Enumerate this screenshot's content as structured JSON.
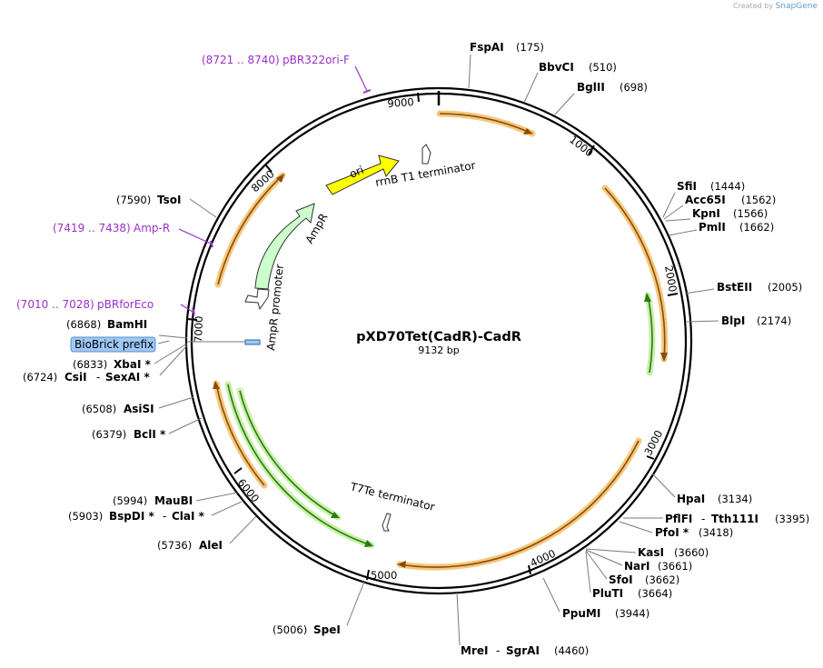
{
  "watermark": {
    "prefix": "Created by",
    "brand": "SnapGene"
  },
  "plasmid": {
    "name": "pXD70Tet(CadR)-CadR",
    "length": "9132 bp"
  },
  "ticks": [
    "9000",
    "1000",
    "2000",
    "3000",
    "4000",
    "5000",
    "6000",
    "7000",
    "8000"
  ],
  "enzymes": [
    {
      "name": "FspAI",
      "pos": "(175)"
    },
    {
      "name": "BbvCI",
      "pos": "(510)"
    },
    {
      "name": "BglII",
      "pos": "(698)"
    },
    {
      "name": "SfiI",
      "pos": "(1444)"
    },
    {
      "name": "Acc65I",
      "pos": "(1562)"
    },
    {
      "name": "KpnI",
      "pos": "(1566)"
    },
    {
      "name": "PmlI",
      "pos": "(1662)"
    },
    {
      "name": "BstEII",
      "pos": "(2005)"
    },
    {
      "name": "BlpI",
      "pos": "(2174)"
    },
    {
      "name": "HpaI",
      "pos": "(3134)"
    },
    {
      "name": "PflFI",
      "name2": "Tth111I",
      "pos": "(3395)"
    },
    {
      "name": "PfoI *",
      "pos": "(3418)"
    },
    {
      "name": "KasI",
      "pos": "(3660)"
    },
    {
      "name": "NarI",
      "pos": "(3661)"
    },
    {
      "name": "SfoI",
      "pos": "(3662)"
    },
    {
      "name": "PluTI",
      "pos": "(3664)"
    },
    {
      "name": "PpuMI",
      "pos": "(3944)"
    },
    {
      "name": "MreI",
      "name2": "SgrAI",
      "pos": "(4460)"
    },
    {
      "name": "SpeI",
      "pos": "(5006)"
    },
    {
      "name": "AleI",
      "pos": "(5736)"
    },
    {
      "name": "BspDI *",
      "name2": "ClaI *",
      "pos": "(5903)"
    },
    {
      "name": "MauBI",
      "pos": "(5994)"
    },
    {
      "name": "BclI *",
      "pos": "(6379)"
    },
    {
      "name": "AsiSI",
      "pos": "(6508)"
    },
    {
      "name": "CsiI",
      "name2": "SexAI *",
      "pos": "(6724)"
    },
    {
      "name": "XbaI *",
      "pos": "(6833)"
    },
    {
      "name": "BamHI",
      "pos": "(6868)"
    },
    {
      "name": "TsoI",
      "pos": "(7590)"
    }
  ],
  "primers": [
    {
      "range": "(8721 .. 8740)",
      "name": "pBR322ori-F"
    },
    {
      "range": "(7419 .. 7438)",
      "name": "Amp-R"
    },
    {
      "range": "(7010 .. 7028)",
      "name": "pBRforEco"
    }
  ],
  "biobrick": "BioBrick prefix",
  "features": {
    "ori": "ori",
    "ampr": "AmpR",
    "ampr_promoter": "AmpR promoter",
    "rrnb": "rrnB T1 terminator",
    "t7te": "T7Te terminator"
  },
  "colors": {
    "primer": "#9b30c8",
    "orf_glow": "#f5c87a",
    "orf_line": "#8a4a10",
    "green_glow": "#c8f0a8",
    "green_line": "#2a7a10",
    "ori": "#ffff00",
    "ampr": "#ccffcc",
    "biobrick": "#9ec8f5"
  }
}
